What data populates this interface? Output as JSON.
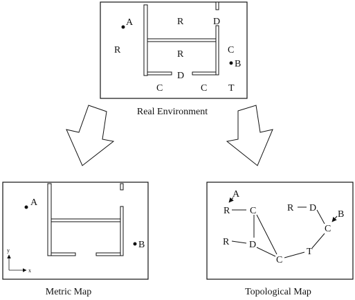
{
  "real_environment": {
    "caption": "Real Environment",
    "labels": {
      "point_a": "A",
      "point_b": "B",
      "room_left": "R",
      "room_top": "R",
      "room_middle": "R",
      "door_top": "D",
      "door_bottom": "D",
      "corridor_right": "C",
      "corridor_bottom_left": "C",
      "corridor_bottom_right": "C",
      "junction": "T"
    }
  },
  "metric_map": {
    "caption": "Metric Map",
    "labels": {
      "point_a": "A",
      "point_b": "B",
      "axis_x": "x",
      "axis_y": "y"
    }
  },
  "topological_map": {
    "caption": "Topological Map",
    "labels": {
      "pointer_a": "A",
      "pointer_b": "B",
      "node_r1": "R",
      "node_c1": "C",
      "node_r2": "R",
      "node_d1": "D",
      "node_c2": "C",
      "node_t": "T",
      "node_c3": "C",
      "node_r3": "R",
      "node_d2": "D"
    }
  }
}
